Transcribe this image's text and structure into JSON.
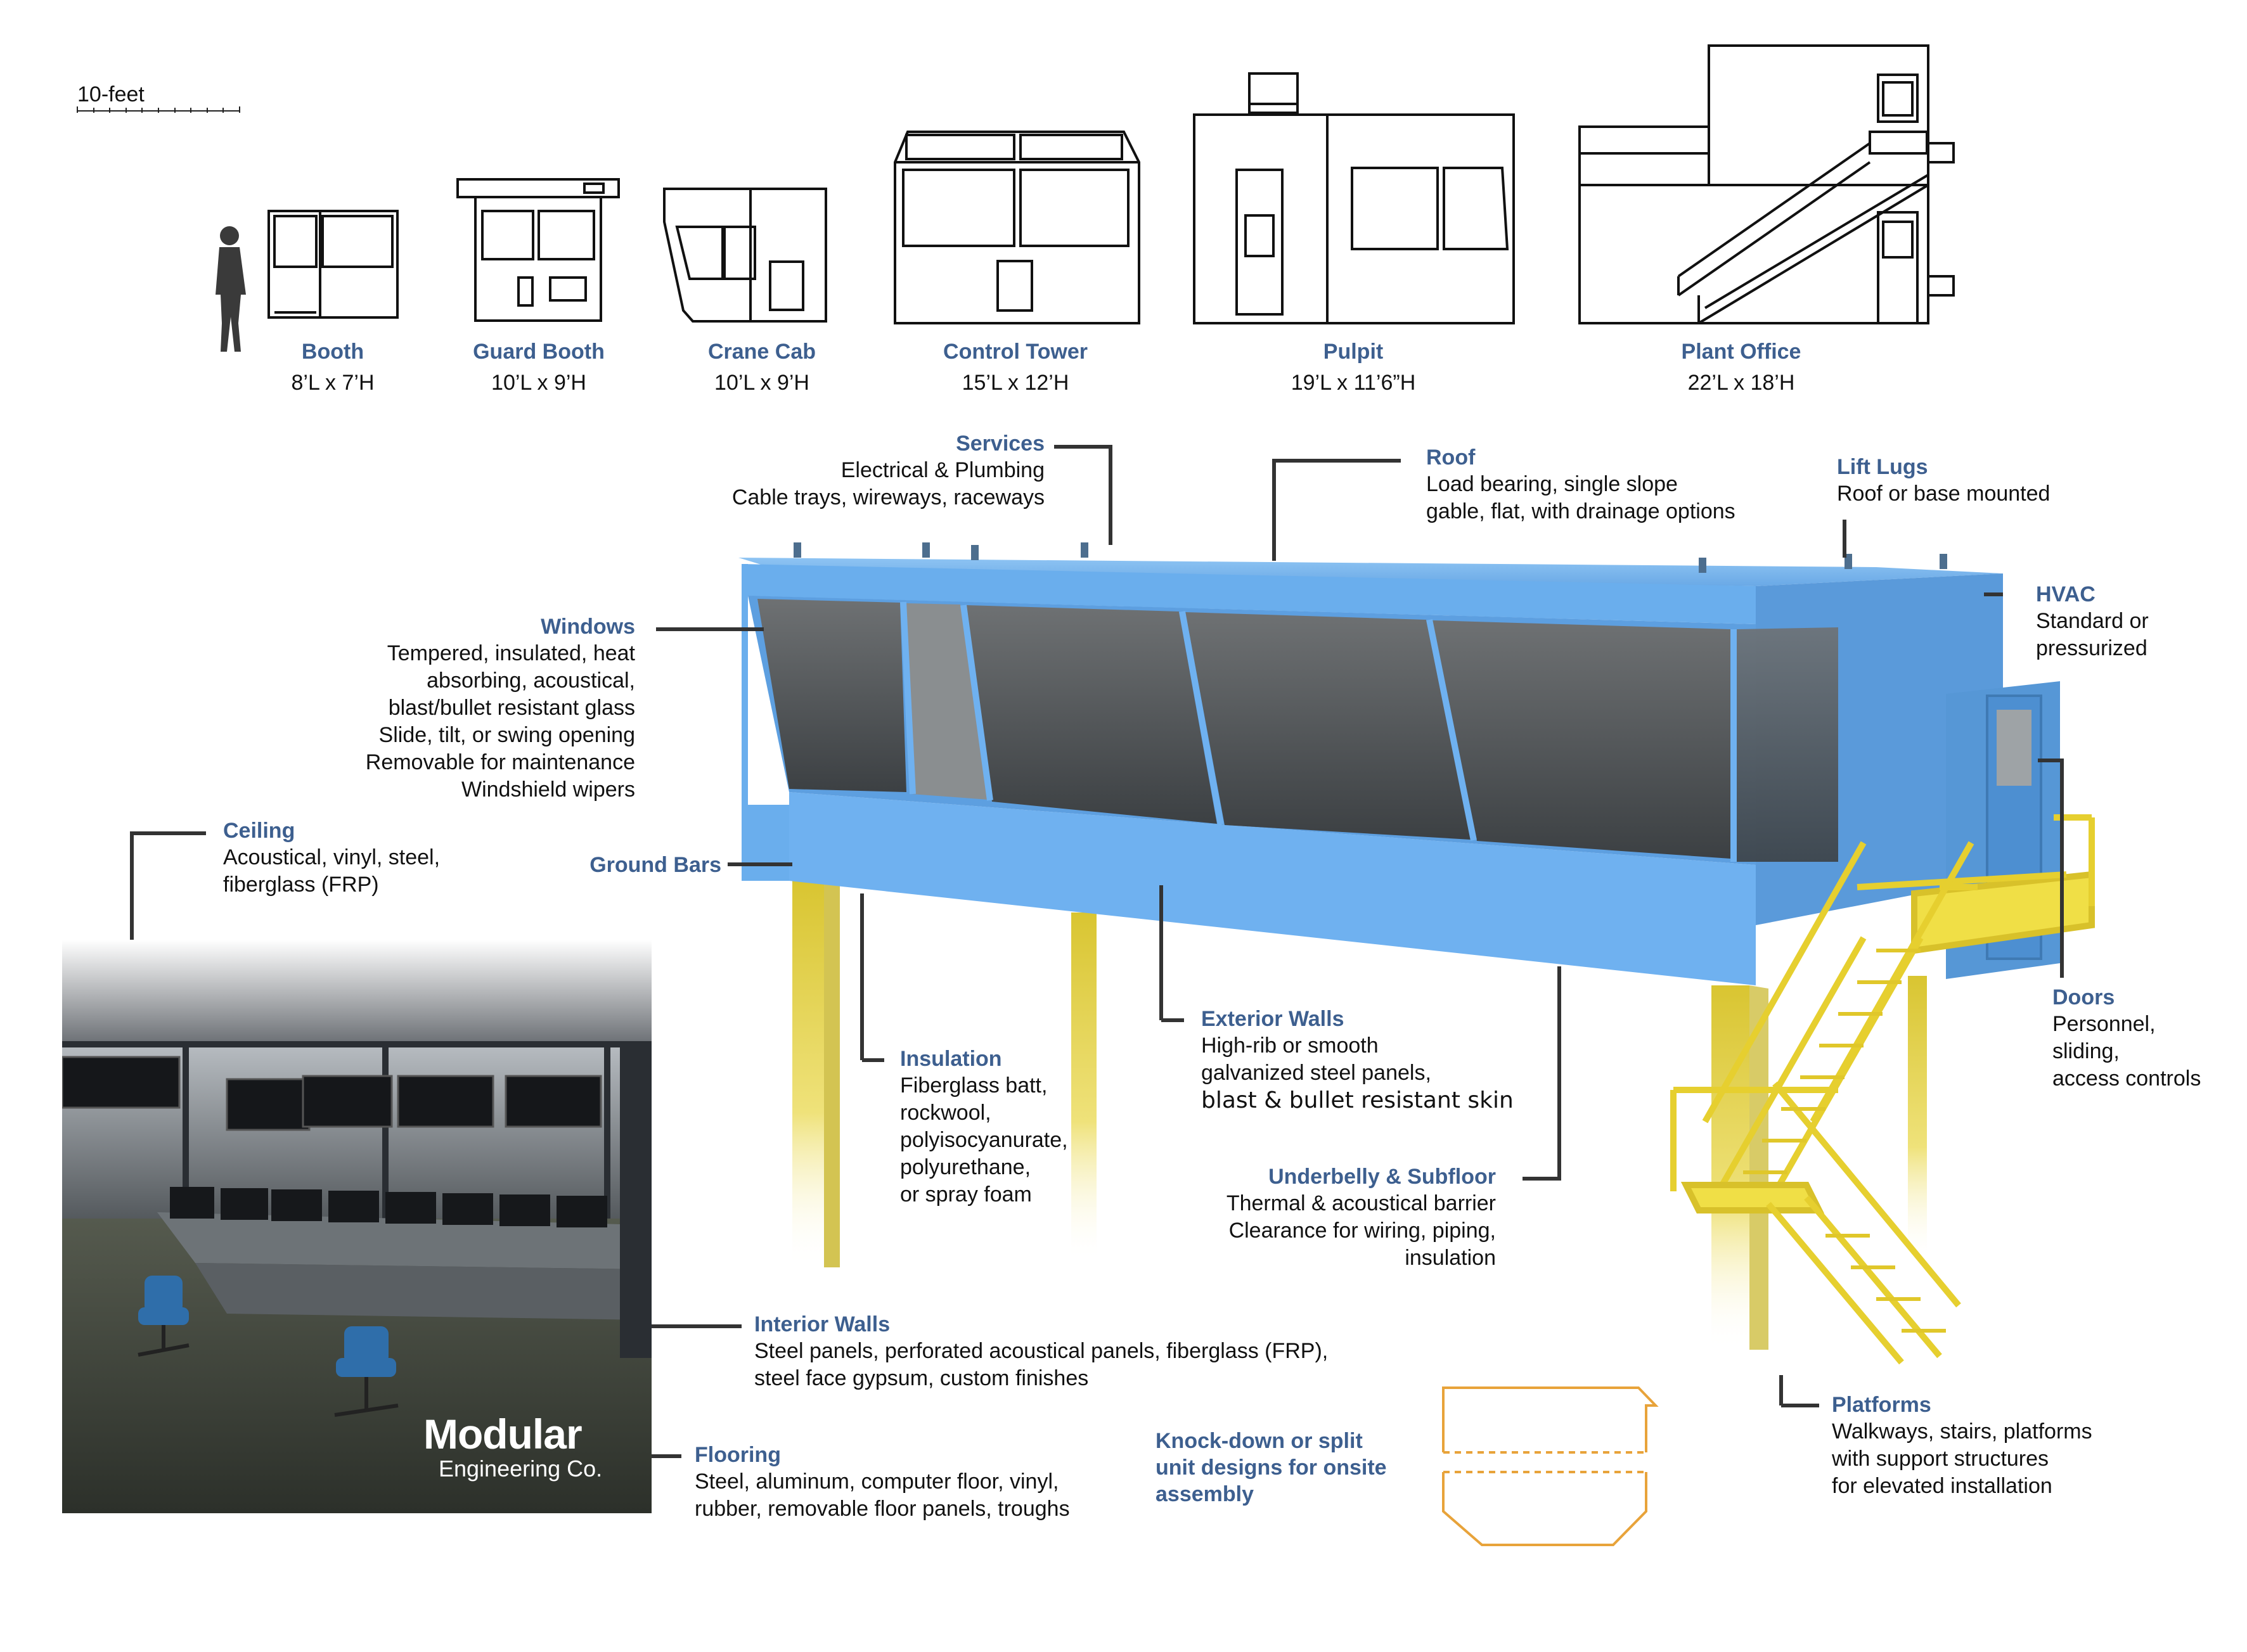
{
  "scale": {
    "label": "10-feet"
  },
  "units": [
    {
      "name": "Booth",
      "dims": "8’L x 7’H"
    },
    {
      "name": "Guard Booth",
      "dims": "10’L x 9’H"
    },
    {
      "name": "Crane Cab",
      "dims": "10’L x 9’H"
    },
    {
      "name": "Control Tower",
      "dims": "15’L x 12’H"
    },
    {
      "name": "Pulpit",
      "dims": "19’L x 11’6”H"
    },
    {
      "name": "Plant Office",
      "dims": "22’L x 18’H"
    }
  ],
  "callouts": {
    "services": {
      "title": "Services",
      "lines": [
        "Electrical & Plumbing",
        "Cable trays, wireways, raceways"
      ]
    },
    "roof": {
      "title": "Roof",
      "lines": [
        "Load bearing, single slope",
        "gable, flat, with drainage options"
      ]
    },
    "lift_lugs": {
      "title": "Lift Lugs",
      "lines": [
        "Roof or base mounted"
      ]
    },
    "hvac": {
      "title": "HVAC",
      "lines": [
        "Standard or",
        "pressurized"
      ]
    },
    "windows": {
      "title": "Windows",
      "lines": [
        "Tempered, insulated, heat",
        "absorbing, acoustical,",
        "blast/bullet resistant glass",
        "Slide, tilt, or swing opening",
        "Removable for maintenance",
        "Windshield wipers"
      ]
    },
    "ceiling": {
      "title": "Ceiling",
      "lines": [
        "Acoustical, vinyl, steel,",
        "fiberglass (FRP)"
      ]
    },
    "ground_bars": {
      "title": "Ground Bars"
    },
    "insulation": {
      "title": "Insulation",
      "lines": [
        "Fiberglass batt,",
        "rockwool,",
        "polyisocyanurate,",
        "polyurethane,",
        "or spray foam"
      ]
    },
    "exterior_walls": {
      "title": "Exterior Walls",
      "lines": [
        "High-rib or smooth",
        "galvanized steel panels,",
        "blast & bullet resistant skin"
      ]
    },
    "underbelly": {
      "title": "Underbelly & Subfloor",
      "lines": [
        "Thermal & acoustical barrier",
        "Clearance for wiring, piping,",
        "insulation"
      ]
    },
    "doors": {
      "title": "Doors",
      "lines": [
        "Personnel,",
        "sliding,",
        "access controls"
      ]
    },
    "interior_walls": {
      "title": "Interior Walls",
      "lines": [
        "Steel panels, perforated acoustical panels, fiberglass (FRP),",
        "steel face gypsum, custom finishes"
      ]
    },
    "flooring": {
      "title": "Flooring",
      "lines": [
        "Steel, aluminum, computer floor, vinyl,",
        "rubber, removable floor panels, troughs"
      ]
    },
    "knockdown": {
      "lines": [
        "Knock-down or split",
        "unit designs for onsite",
        "assembly"
      ]
    },
    "platforms": {
      "title": "Platforms",
      "lines": [
        "Walkways, stairs, platforms",
        "with support structures",
        "for elevated installation"
      ]
    }
  },
  "brand": {
    "name": "Modular",
    "sub": "Engineering Co."
  },
  "colors": {
    "accent": "#3d5f8f",
    "cabin": "#6fb1f0",
    "steel_yellow": "#e8d43a",
    "knockdown": "#e8a33a"
  }
}
